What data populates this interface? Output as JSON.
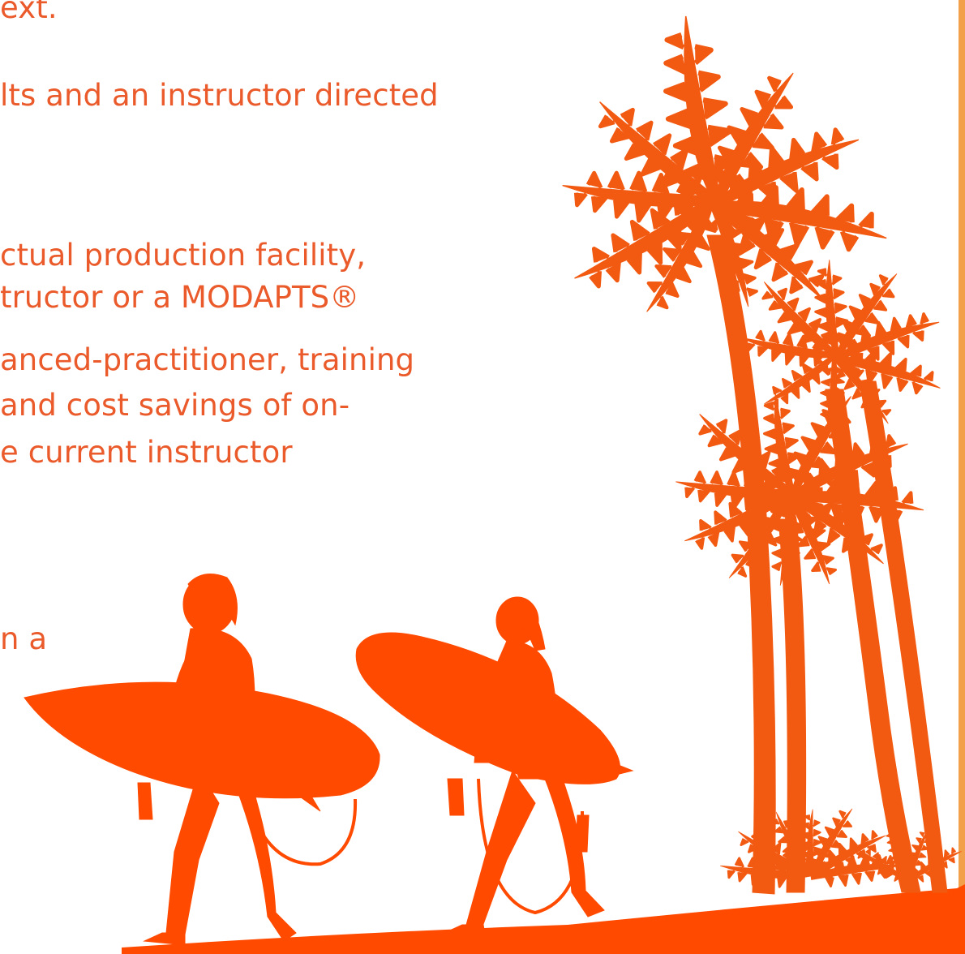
{
  "document": {
    "text_lines": [
      "ext.",
      "lts and an instructor directed",
      "ctual production facility,",
      "tructor or a MODAPTS®",
      "anced-practitioner, training",
      " and cost savings of on-",
      "e current instructor",
      "n a"
    ]
  },
  "illustration": {
    "subject": "beach-surfers-palm-trees-silhouette",
    "silhouette_color": "#ff4a00",
    "palm_color": "#f25a12",
    "text_color": "#ea5a2a",
    "frame_color": "#f2a14a"
  }
}
